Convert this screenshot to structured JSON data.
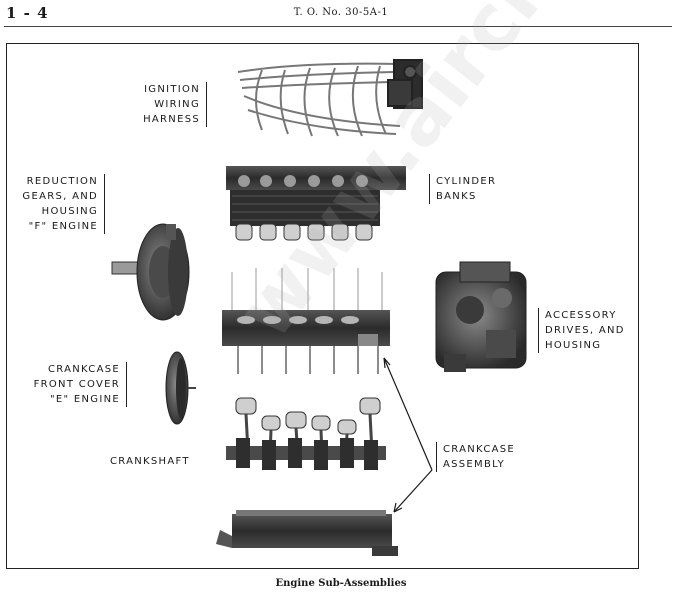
{
  "header": {
    "page_number": "1 - 4",
    "document_id": "T. O. No. 30-5A-1"
  },
  "figure": {
    "labels": {
      "ignition": [
        "IGNITION",
        "WIRING",
        "HARNESS"
      ],
      "cylinder": [
        "CYLINDER",
        "BANKS"
      ],
      "reduction": [
        "REDUCTION",
        "GEARS, AND",
        "HOUSING",
        "\"F\" ENGINE"
      ],
      "accessory": [
        "ACCESSORY",
        "DRIVES, AND",
        "HOUSING"
      ],
      "front_cover": [
        "CRANKCASE",
        "FRONT COVER",
        "\"E\" ENGINE"
      ],
      "crankshaft": "CRANKSHAFT",
      "crankcase": [
        "CRANKCASE",
        "ASSEMBLY"
      ]
    }
  },
  "caption": "Engine Sub-Assemblies",
  "watermark": "www.aircraft.ne",
  "colors": {
    "ink": "#1a1a1a",
    "metal_dark": "#3a3a3a",
    "metal_mid": "#777777",
    "metal_light": "#bcbcbc"
  }
}
